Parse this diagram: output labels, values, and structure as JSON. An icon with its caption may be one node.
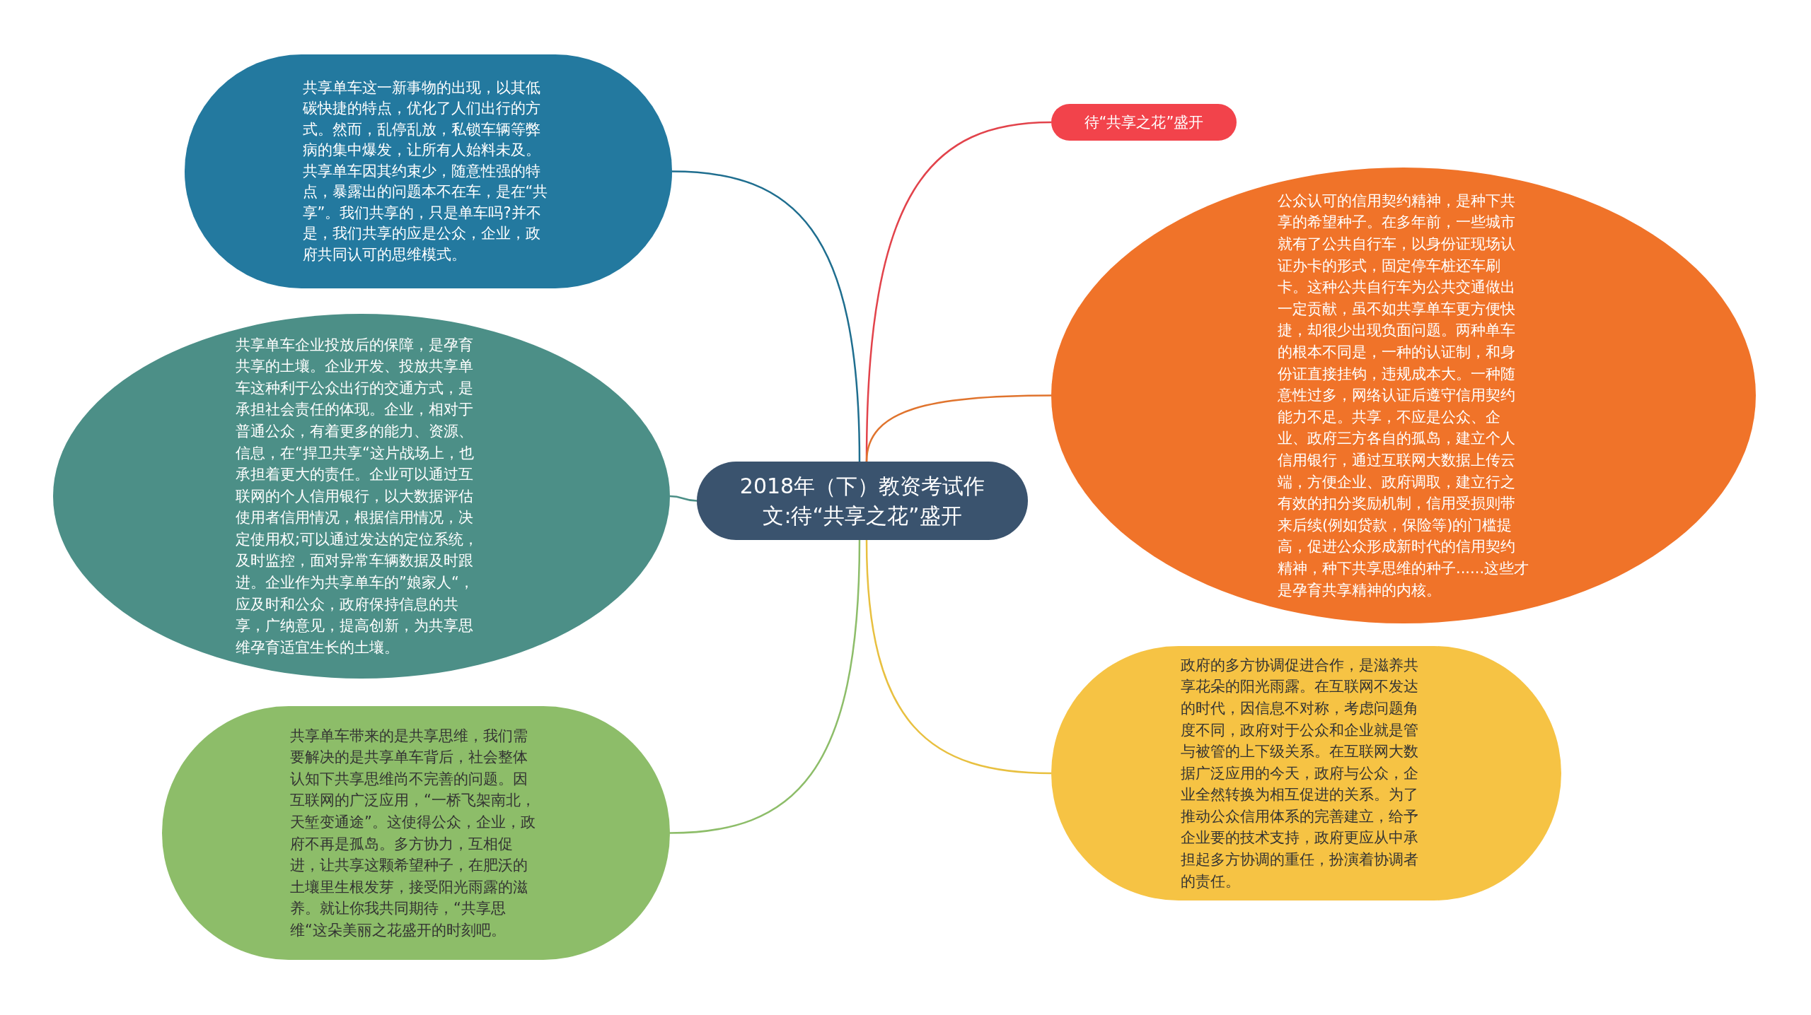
{
  "diagram": {
    "nodes": [
      {
        "text": [
          "2018年（下）教资考试作文:待“共享之花”盛开"
        ]
      },
      {
        "text": [
          "待“共享之花”盛开"
        ]
      },
      {
        "text": [
          "公众认可的信用契约精神，是种下共享的希望种子。在多年前，一些城市就有了公共自行车，以身份证现场认证办卡的形式，固定停车桩还车刷卡。这种公共自行车为公共交通做出一定贡献，虽不如共享单车更方便快捷，却很少出现负面问题。两种单车的根本不同是，一种的认证制，和身份证直接挂钩，违规成本大。一种随意性过多，网络认证后遵守信用契约能力不足。共享，不应是公众、企业、政府三方各自的孤岛，建立个人信用银行，通过互联网大数据上传云端，方便企业、政府调取，建立行之有效的扣分奖励机制，信用受损则带来后续(例如贷款，保险等)的门槛提高，促进公众形成新时代的信用契约精神，种下共享思维的种子......这些才是孕育共享精神的内核。"
        ]
      },
      {
        "text": [
          "政府的多方协调促进合作，是滋养共享花朵的阳光雨露。在互联网不发达的时代，因信息不对称，考虑问题角度不同，政府对于公众和企业就是管与被管的上下级关系。在互联网大数据广泛应用的今天，政府与公众，企业全然转换为相互促进的关系。为了推动公众信用体系的完善建立，给予企业要的技术支持，政府更应从中承担起多方协调的重任，扮演着协调者的责任。"
        ]
      },
      {
        "text": [
          "共享单车这一新事物的出现，以其低碳快捷的特点，优化了人们出行的方式。然而，乱停乱放，私锁车辆等弊病的集中爆发，让所有人始料未及。共享单车因其约束少，随意性强的特点，暴露出的问题本不在车，是在“共享”。我们共享的，只是单车吗?并不是，我们共享的应是公众，企业，政府共同认可的思维模式。"
        ]
      },
      {
        "text": [
          "共享单车企业投放后的保障，是孕育共享的土壤。企业开发、投放共享单车这种利于公众出行的交通方式，是承担社会责任的体现。企业，相对于普通公众，有着更多的能力、资源、信息，在“捍卫共享“这片战场上，也承担着更大的责任。企业可以通过互联网的个人信用银行，以大数据评估使用者信用情况，根据信用情况，决定使用权;可以通过发达的定位系统，及时监控，面对异常车辆数据及时跟进。企业作为共享单车的”娘家人“，应及时和公众，政府保持信息的共享，广纳意见，提高创新，为共享思维孕育适宜生长的土壤。"
        ]
      },
      {
        "text": [
          "共享单车带来的是共享思维，我们需要解决的是共享单车背后，社会整体认知下共享思维尚不完善的问题。因互联网的广泛应用，“一桥飞架南北，天堑变通途”。这使得公众，企业，政府不再是孤岛。多方协力，互相促进，让共享这颗希望种子，在肥沃的土壤里生根发芽，接受阳光雨露的滋养。就让你我共同期待，“共享思维“这朵美丽之花盛开的时刻吧。"
        ]
      }
    ],
    "edges": [
      {
        "from": 0,
        "to": 1,
        "arrow": "none",
        "color": "#e2434b"
      },
      {
        "from": 0,
        "to": 2,
        "arrow": "none",
        "color": "#e0742e"
      },
      {
        "from": 0,
        "to": 3,
        "arrow": "none",
        "color": "#e8c040"
      },
      {
        "from": 0,
        "to": 4,
        "arrow": "none",
        "color": "#1f6e8f"
      },
      {
        "from": 0,
        "to": 5,
        "arrow": "none",
        "color": "#4c8f87"
      },
      {
        "from": 0,
        "to": 6,
        "arrow": "none",
        "color": "#8dbd69"
      }
    ]
  }
}
